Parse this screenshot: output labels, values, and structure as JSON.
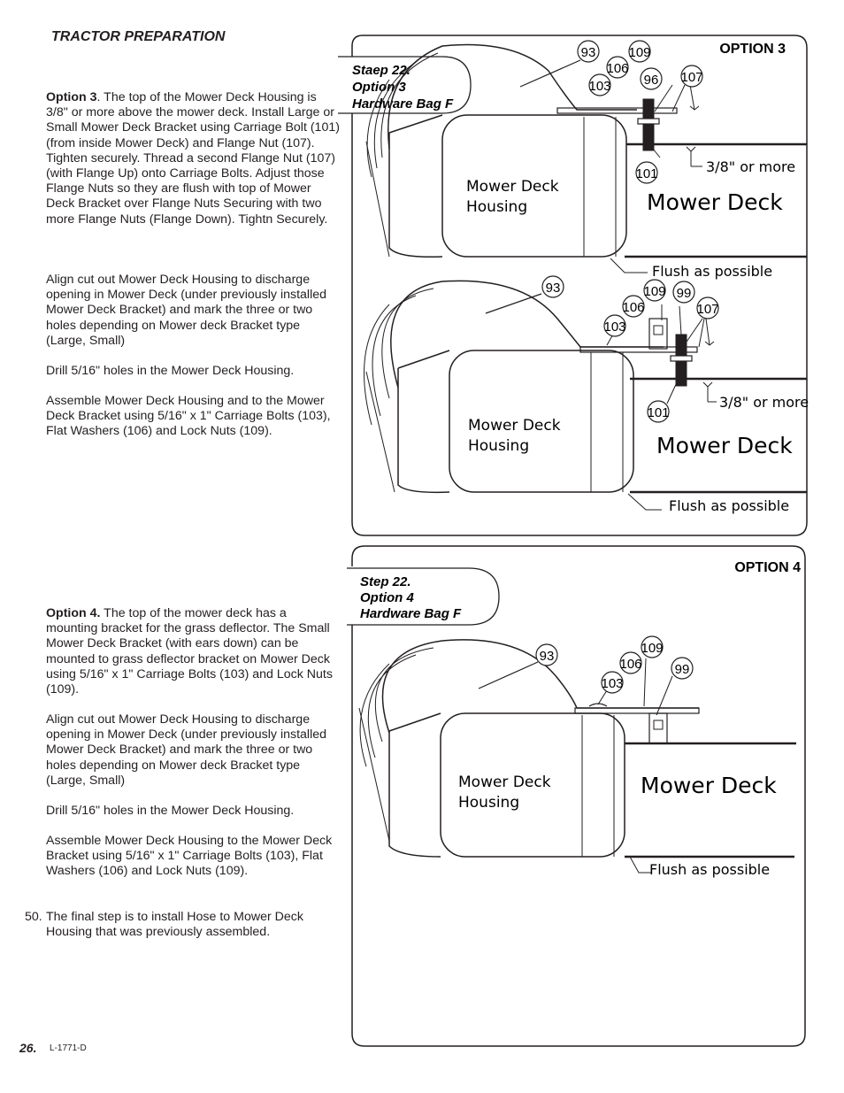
{
  "header": {
    "section_title": "TRACTOR PREPARATION"
  },
  "option3": {
    "p1_lead": "Option 3",
    "p1_text": ". The top of the Mower Deck Housing is 3/8\" or more above the mower deck. Install Large or Small Mower Deck Bracket using Carriage Bolt (101) (from inside Mower Deck) and Flange Nut (107). Tighten securely. Thread a second Flange Nut (107) (with Flange Up) onto Carriage Bolts. Adjust those Flange Nuts so they are flush with top of Mower Deck Bracket over Flange Nuts Securing with two more Flange Nuts (Flange Down). Tightn Securely.",
    "p2": "Align cut out Mower Deck Housing to discharge opening in Mower Deck (under previously installed Mower Deck Bracket) and mark the three or two holes depending on Mower deck Bracket type (Large, Small)",
    "p3": "Drill 5/16\" holes in the Mower Deck Housing.",
    "p4": "Assemble Mower Deck Housing and to the Mower Deck Bracket using 5/16\" x 1\" Carriage Bolts (103), Flat Washers (106) and Lock Nuts (109)."
  },
  "option4": {
    "p1_lead": "Option 4.",
    "p1_text": " The top of the mower deck has a mounting bracket for the grass deflector. The Small Mower Deck Bracket (with ears down) can be mounted to grass deflector bracket on Mower Deck using 5/16\" x 1\" Carriage Bolts (103) and Lock Nuts (109).",
    "p2": "Align cut out Mower Deck Housing to discharge opening in Mower Deck (under previously installed Mower Deck Bracket) and mark the three or two holes depending on Mower deck Bracket type (Large, Small)",
    "p3": "Drill 5/16\" holes in the Mower Deck Housing.",
    "p4": "Assemble Mower Deck Housing to the Mower Deck Bracket using 5/16\" x 1\" Carriage Bolts (103), Flat Washers (106) and Lock Nuts (109)."
  },
  "step50": {
    "number": "50.",
    "text": "The final step is to install Hose to Mower Deck Housing that was previously assembled."
  },
  "figure_top": {
    "option_label": "OPTION 3",
    "step_line1": "Staep 22.",
    "step_line2": "Option 3",
    "step_line3": "Hardware Bag F",
    "diagram1": {
      "callouts": [
        "93",
        "109",
        "106",
        "96",
        "103",
        "107",
        "101"
      ],
      "housing_line1": "Mower Deck",
      "housing_line2": "Housing",
      "deck_label": "Mower Deck",
      "gap_label": "3/8\" or more",
      "flush_label": "Flush as possible"
    },
    "diagram2": {
      "callouts": [
        "93",
        "109",
        "99",
        "106",
        "107",
        "103",
        "101"
      ],
      "housing_line1": "Mower Deck",
      "housing_line2": "Housing",
      "deck_label": "Mower Deck",
      "gap_label": "3/8\" or more",
      "flush_label": "Flush as possible"
    }
  },
  "figure_bottom": {
    "option_label": "OPTION 4",
    "step_line1": "Step 22.",
    "step_line2": "Option 4",
    "step_line3": "Hardware Bag F",
    "diagram": {
      "callouts": [
        "93",
        "109",
        "106",
        "99",
        "103"
      ],
      "housing_line1": "Mower Deck",
      "housing_line2": "Housing",
      "deck_label": "Mower Deck",
      "flush_label": "Flush as possible"
    }
  },
  "footer": {
    "page_number": "26.",
    "doc_code": "L-1771-D"
  }
}
